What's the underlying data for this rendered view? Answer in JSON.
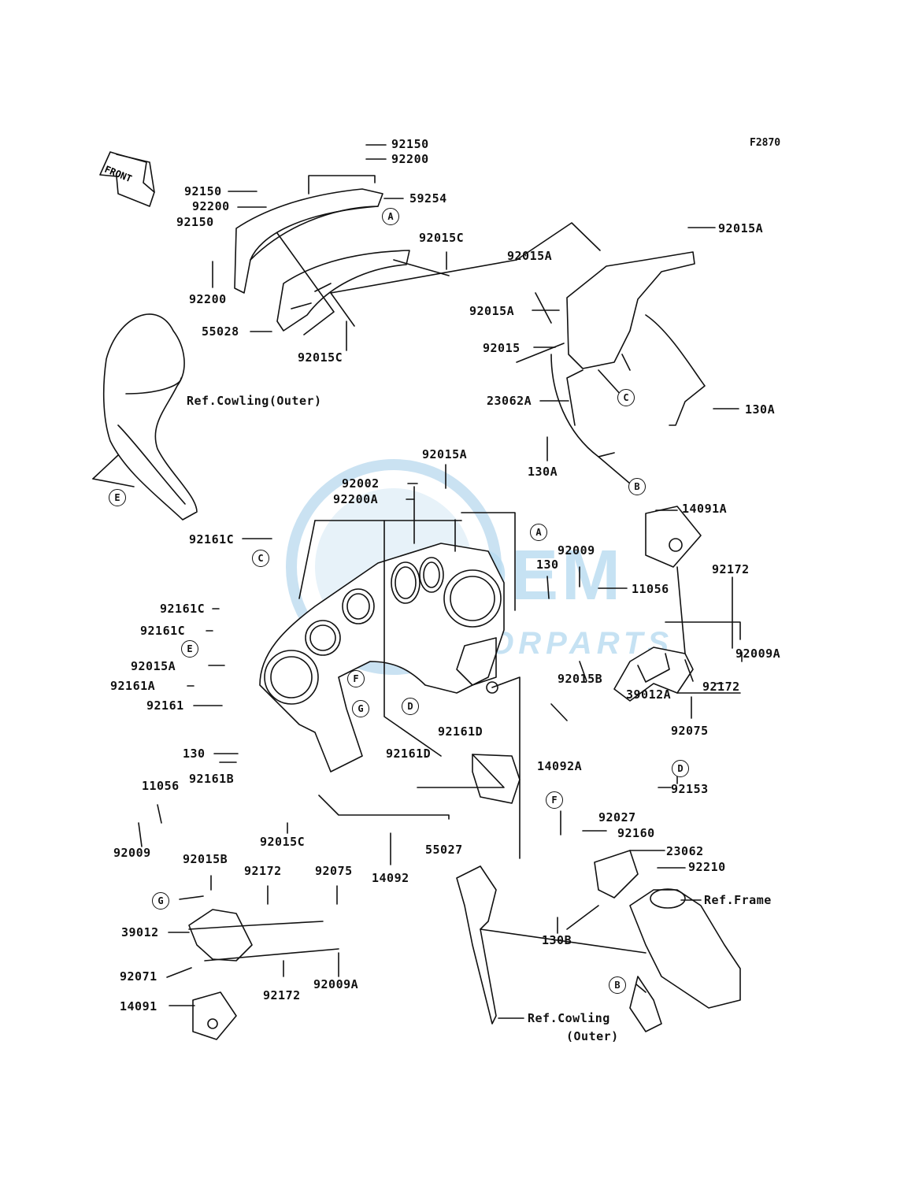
{
  "diagram_code": "F2870",
  "front_label": "FRONT",
  "watermark": {
    "brand": "OEM",
    "sub": "MOTORPARTS",
    "color": "#5aa8d6"
  },
  "labels": {
    "p92150_top": "92150",
    "p92200_top": "92200",
    "p59254": "59254",
    "p92150_a": "92150",
    "p92200_a": "92200",
    "p92150_b": "92150",
    "p92200_b": "92200",
    "p92015C_a": "92015C",
    "p55028": "55028",
    "p92015C_b": "92015C",
    "ref_cowling_outer_1": "Ref.Cowling(Outer)",
    "p92015A_r1": "92015A",
    "p92015A_r2": "92015A",
    "p92015A_r3": "92015A",
    "p92015_r": "92015",
    "p23062A": "23062A",
    "p130A_r": "130A",
    "p130A_l": "130A",
    "p92015A_c": "92015A",
    "p92002": "92002",
    "p92200A": "92200A",
    "p92161C_a": "92161C",
    "p130_c": "130",
    "p92009_c": "92009",
    "p11056_r": "11056",
    "p14091A": "14091A",
    "p92172_a": "92172",
    "p92009A_r": "92009A",
    "p92161C_b": "92161C",
    "p92161C_c": "92161C",
    "p92015A_l": "92015A",
    "p92161A": "92161A",
    "p92161": "92161",
    "p92015B_r": "92015B",
    "p39012A": "39012A",
    "p92172_b": "92172",
    "p92075_r": "92075",
    "p130_l": "130",
    "p92161B": "92161B",
    "p92161D_a": "92161D",
    "p92161D_b": "92161D",
    "p14092A": "14092A",
    "p11056_l": "11056",
    "p92153": "92153",
    "p92009_l": "92009",
    "p92015C_c": "92015C",
    "p55027": "55027",
    "p14092": "14092",
    "p92027": "92027",
    "p92160": "92160",
    "p23062": "23062",
    "p92210": "92210",
    "ref_frame": "Ref.Frame",
    "p92015B_l": "92015B",
    "p92172_c": "92172",
    "p92075_l": "92075",
    "p39012": "39012",
    "p130B": "130B",
    "p92071": "92071",
    "p92172_d": "92172",
    "p92009A_l": "92009A",
    "p14091": "14091",
    "ref_cowling_outer_2a": "Ref.Cowling",
    "ref_cowling_outer_2b": "(Outer)"
  },
  "callouts": {
    "A1": "A",
    "A2": "A",
    "B1": "B",
    "B2": "B",
    "C1": "C",
    "C2": "C",
    "D1": "D",
    "D2": "D",
    "E1": "E",
    "E2": "E",
    "F1": "F",
    "F2": "F",
    "G1": "G",
    "G2": "G"
  }
}
